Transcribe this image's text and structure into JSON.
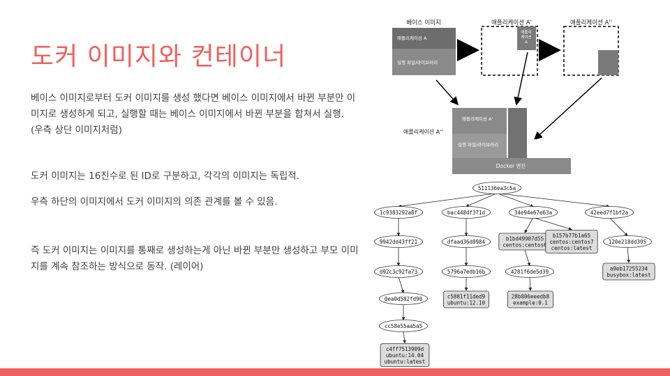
{
  "slide": {
    "title": "도커 이미지와 컨테이너",
    "paragraphs": [
      "베이스 이미지로부터 도커 이미지를 생성 했다면 베이스 이미지에서 바뀐 부분만 이미지로 생성하게 되고, 실행할 때는 베이스 이미지에서 바뀐 부분을 합쳐서 실행. (우측 상단 이미지처럼)",
      "도커 이미지는 16진수로 된 ID로 구분하고, 각각의 이미지는 독립적.",
      "우측 하단의 이미지에서 도커 이미지의 의존 관계를 볼 수 있음.",
      "즉 도커 이미지는 이미지를 통째로 생성하는게 아닌 바뀐 부분만 생성하고 부모 이미지를 계속 참조하는 방식으로 동작. (레이어)"
    ]
  },
  "layer_diagram": {
    "base_label": "베이스 이미지",
    "app_a_prime_label": "애플리케이션 A'",
    "app_a_dprime_label": "애플리케이션 A''",
    "base_app_label": "애플리케이션 A",
    "base_exec_label": "실행 파일/라이브러리",
    "delta_label": "애플리\n케이션\nΔ",
    "combined_label": "애플리케이션 A''",
    "combined_app_label": "애플리케이션 A'",
    "combined_exec_label": "실행 파일/라이브러리",
    "engine_label": "Docker 엔진"
  },
  "tree": {
    "nodes": {
      "root": [
        "511136ea3c5a"
      ],
      "a1": [
        "1c9383292a8f"
      ],
      "a2": [
        "9942dd43ff21"
      ],
      "a3": [
        "d92c3c92fa73"
      ],
      "a4": [
        "0ea0d582fd90"
      ],
      "a5": [
        "cc58e55aa5a5"
      ],
      "a6": [
        "c4ff7513909d",
        "ubuntu:14.04",
        "ubuntu:latest"
      ],
      "b1": [
        "bac448df371d"
      ],
      "b2": [
        "dfaad36d8984"
      ],
      "b3": [
        "5796a7edb16b"
      ],
      "b4": [
        "c5881f11ded9",
        "ubuntu:12.10"
      ],
      "c1": [
        "34e94e67e63a"
      ],
      "c2": [
        "b1bd49907d55",
        "centos:centos6"
      ],
      "c3": [
        "b157b77b1a65",
        "centos:centos7",
        "centos:latest"
      ],
      "c4": [
        "4281f6de5d39"
      ],
      "c5": [
        "28b806eeedb8",
        "example:0.1"
      ],
      "d1": [
        "42eed7f1bf2a"
      ],
      "d2": [
        "120e218dd395"
      ],
      "d3": [
        "a9eb17255234",
        "busybox:latest"
      ]
    }
  }
}
